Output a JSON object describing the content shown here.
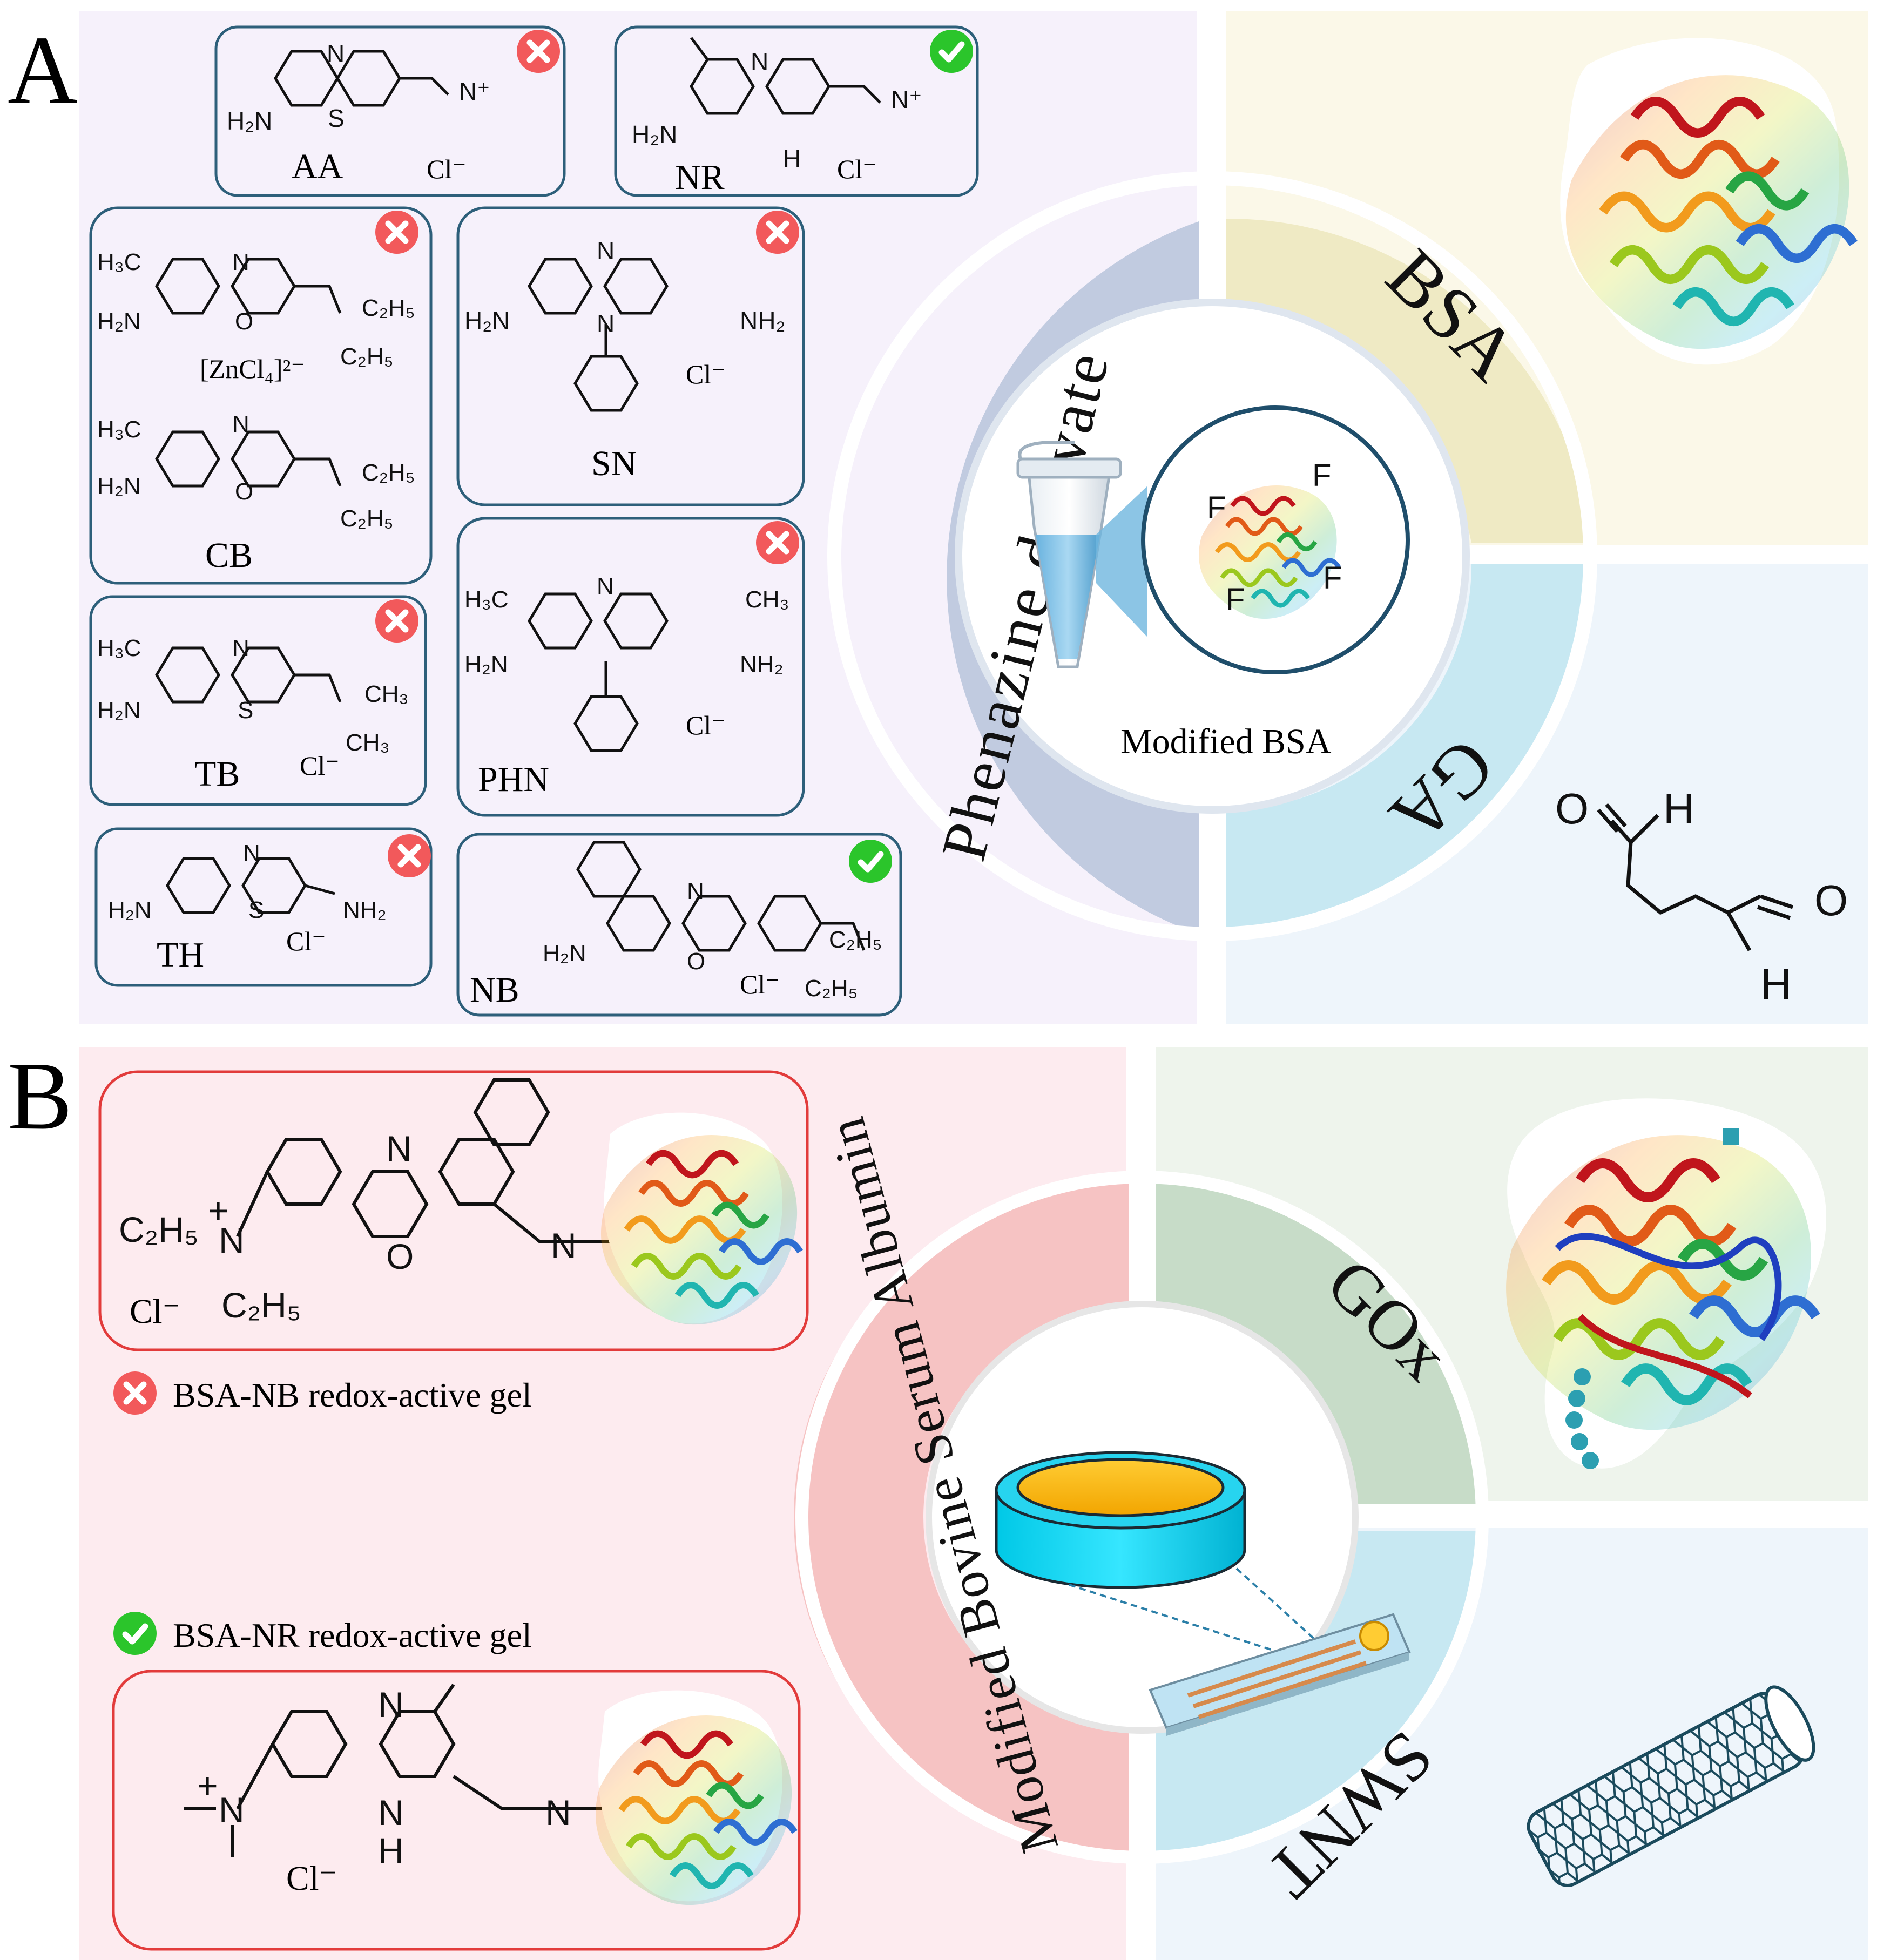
{
  "panel_a": {
    "letter": "A",
    "ring_outer_text": "Phenazine derivate",
    "quadrant_labels": {
      "bsa": "BSA",
      "ga": "GA"
    },
    "center_label": "Modified BSA",
    "fluorine_label": "F",
    "ga_atoms": {
      "o1": "O",
      "h1": "H",
      "o2": "O",
      "h2": "H"
    },
    "compounds": [
      {
        "id": "AA",
        "label": "AA",
        "status": "rejected",
        "counterion": "Cl⁻"
      },
      {
        "id": "NR",
        "label": "NR",
        "status": "accepted",
        "counterion": "Cl⁻"
      },
      {
        "id": "CB",
        "label": "CB",
        "status": "rejected",
        "counterion": "[ZnCl₄]²⁻"
      },
      {
        "id": "SN",
        "label": "SN",
        "status": "rejected",
        "counterion": "Cl⁻"
      },
      {
        "id": "PHN",
        "label": "PHN",
        "status": "rejected",
        "counterion": "Cl⁻"
      },
      {
        "id": "TB",
        "label": "TB",
        "status": "rejected",
        "counterion": "Cl⁻"
      },
      {
        "id": "TH",
        "label": "TH",
        "status": "rejected",
        "counterion": "Cl⁻"
      },
      {
        "id": "NB",
        "label": "NB",
        "status": "accepted",
        "counterion": "Cl⁻"
      }
    ],
    "substituents": {
      "h2n": "H₂N",
      "h3c": "H₃C",
      "ch3": "CH₃",
      "c2h5": "C₂H₅",
      "nh2": "NH₂",
      "n": "N",
      "s": "S",
      "o": "O",
      "h": "H",
      "nplus": "N⁺"
    }
  },
  "panel_b": {
    "letter": "B",
    "ring_outer_text": "Modified Bovine Serum Albumin",
    "quadrant_labels": {
      "gox": "GOx",
      "swnt": "SWNT"
    },
    "nb_gel": {
      "status": "rejected",
      "caption": "BSA-NB redox-active gel",
      "counterion": "Cl⁻"
    },
    "nr_gel": {
      "status": "accepted",
      "caption": "BSA-NR redox-active gel",
      "counterion": "Cl⁻"
    },
    "substituents": {
      "c2h5": "C₂H₅",
      "n": "N",
      "o": "O",
      "h": "H",
      "plus": "+"
    }
  },
  "colors": {
    "accepted": "#2bc52b",
    "rejected": "#f2595b",
    "box_blue": "#2d5f7a",
    "box_red": "#e23b3b",
    "ring_a": "#c1cbe0",
    "ring_b": "#f6c3c3",
    "bsa": "#f2eeca",
    "ga": "#c7e8f2",
    "gox": "#c7dcc8",
    "swnt": "#c7e8f2"
  }
}
